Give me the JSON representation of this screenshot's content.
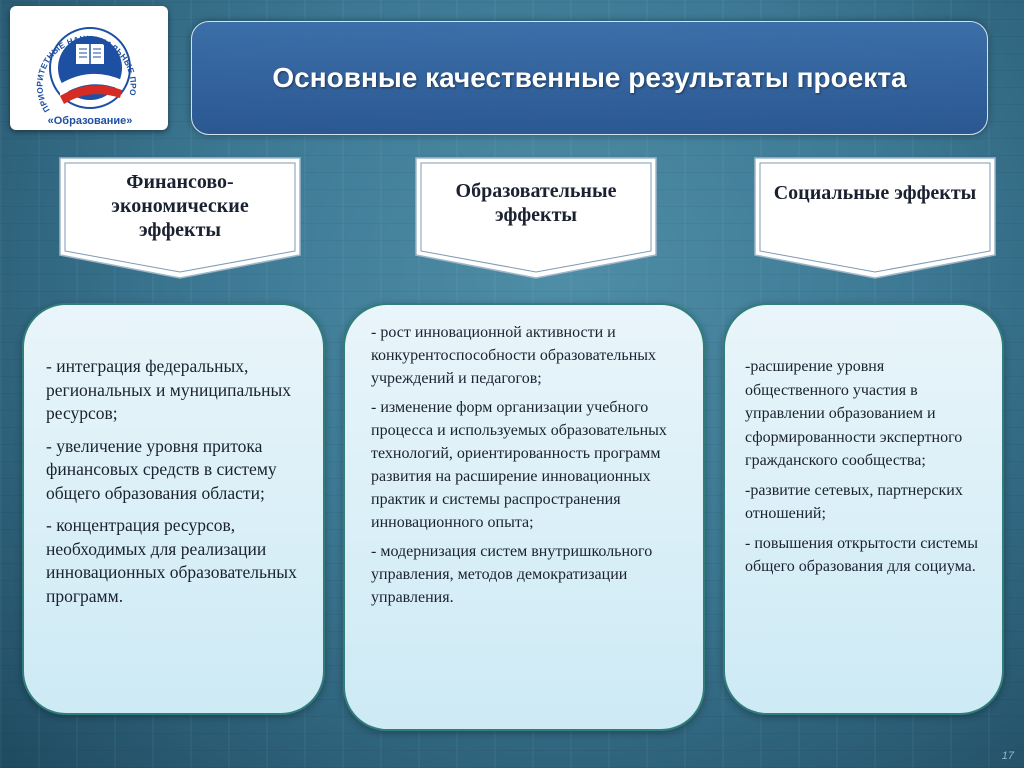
{
  "logo": {
    "ring_text": "ПРИОРИТЕТНЫЕ НАЦИОНАЛЬНЫЕ ПРОЕКТЫ",
    "bottom_text": "«Образование»",
    "colors": {
      "blue": "#1d4fa3",
      "red": "#d62b25",
      "white": "#ffffff"
    }
  },
  "title": "Основные качественные результаты проекта",
  "columns": [
    {
      "header": "Финансово-экономические эффекты",
      "items": [
        "- интеграция федеральных, региональных и муниципальных ресурсов;",
        "- увеличение уровня притока финансовых средств в систему общего образования области;",
        "- концентрация ресурсов, необходимых для реализации инновационных образовательных программ."
      ]
    },
    {
      "header": "Образовательные эффекты",
      "items": [
        "- рост инновационной активности и конкурентоспособности образовательных учреждений и педагогов;",
        "- изменение форм организации учебного процесса и используемых образовательных технологий, ориентированность программ развития на расширение инновационных практик и системы распространения инновационного опыта;",
        "- модернизация систем внутришкольного управления, методов демократизации управления."
      ]
    },
    {
      "header": "Социальные эффекты",
      "items": [
        "-расширение уровня общественного участия в управлении образованием и сформированности экспертного гражданского сообщества;",
        "-развитие сетевых, партнерских отношений;",
        "- повышения открытости системы общего образования для социума."
      ]
    }
  ],
  "page_number": "17",
  "colors": {
    "background": "#3c7893",
    "title_box": "#2f5f9c",
    "card_border": "#2f7e7a",
    "card_fill": "#dff0f7",
    "header_fill": "#ffffff"
  }
}
